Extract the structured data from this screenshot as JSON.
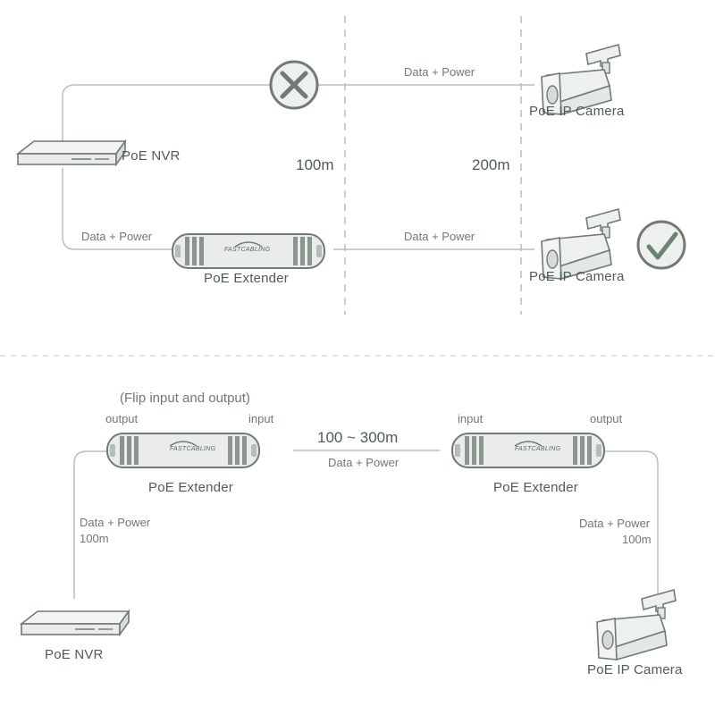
{
  "top": {
    "nvr_label": "PoE NVR",
    "camera1_label": "PoE IP Camera",
    "camera2_label": "PoE IP Camera",
    "extender_label": "PoE Extender",
    "link_fail_label": "Data + Power",
    "link_ok_label": "Data + Power",
    "nvr_to_extender_label": "Data + Power",
    "distance_100": "100m",
    "distance_200": "200m",
    "extender_brand": "FASTCABLING"
  },
  "bottom": {
    "flip_note": "(Flip input and output)",
    "left_extender": {
      "output_label": "output",
      "input_label": "input",
      "name": "PoE Extender",
      "brand": "FASTCABLING"
    },
    "right_extender": {
      "input_label": "input",
      "output_label": "output",
      "name": "PoE Extender",
      "brand": "FASTCABLING"
    },
    "middle_distance": "100 ~ 300m",
    "middle_label": "Data + Power",
    "left_link_label": "Data + Power",
    "left_link_distance": "100m",
    "right_link_label": "Data + Power",
    "right_link_distance": "100m",
    "nvr_label": "PoE NVR",
    "camera_label": "PoE IP Camera"
  },
  "colors": {
    "line": "#b9bfbb",
    "device_fill": "#e9ecea",
    "device_stroke": "#6f7b74",
    "accent_green": "#6a8474"
  }
}
